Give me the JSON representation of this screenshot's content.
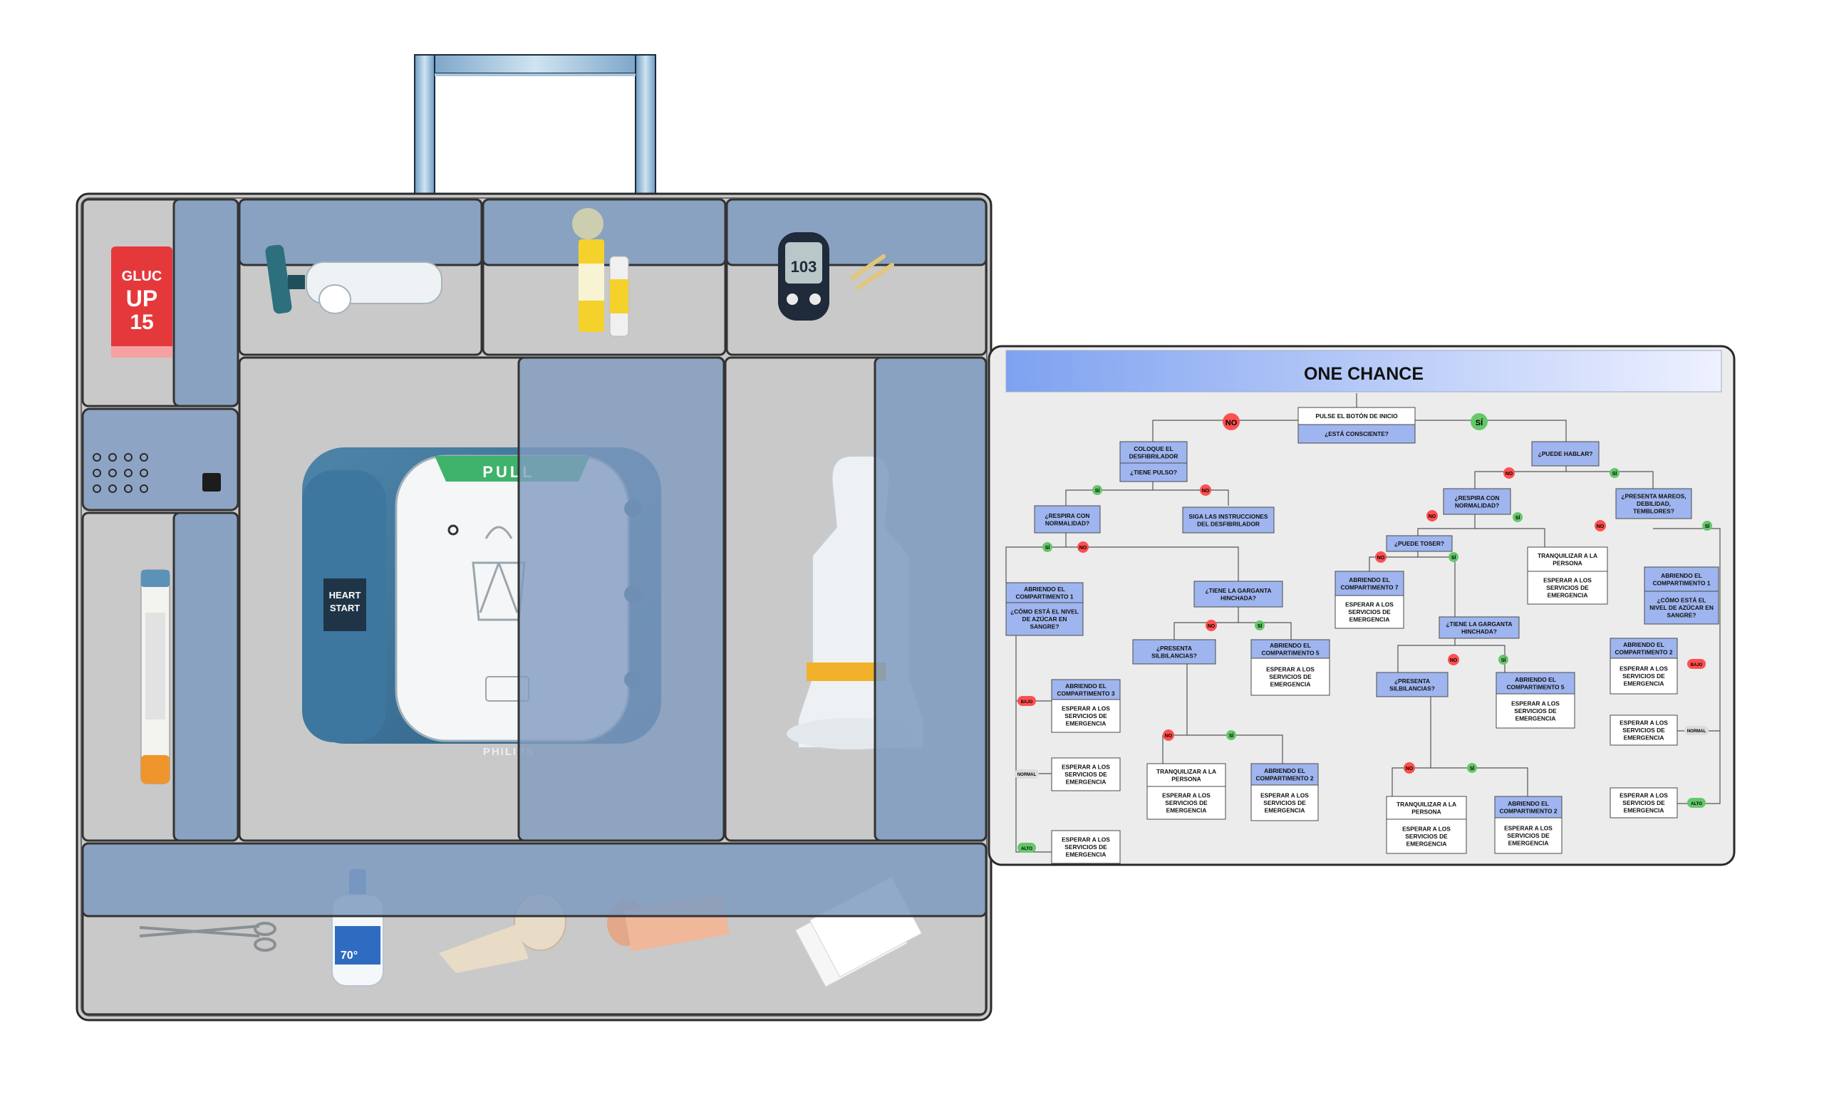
{
  "kit": {
    "compartments": [
      {
        "id": "glucose-gel",
        "name": "glucose-gel-compartment",
        "item_icon": "glucose-gel-pack"
      },
      {
        "id": "inhaler",
        "name": "inhaler-compartment",
        "item_icon": "inhaler-with-spacer"
      },
      {
        "id": "adrenaline",
        "name": "adrenaline-compartment",
        "item_icon": "adrenaline-vial-spray"
      },
      {
        "id": "glucometer",
        "name": "glucometer-compartment",
        "item_icon": "glucometer"
      },
      {
        "id": "keypad",
        "name": "keypad-panel",
        "item_icon": "keypad"
      },
      {
        "id": "epipen",
        "name": "epipen-compartment",
        "item_icon": "auto-injector"
      },
      {
        "id": "defibrillator",
        "name": "defibrillator-compartment",
        "item_icon": "defibrillator"
      },
      {
        "id": "antichoke",
        "name": "anti-choking-compartment",
        "item_icon": "anti-choking-device"
      },
      {
        "id": "supplies",
        "name": "first-aid-supplies-drawer",
        "item_icon": "scissors-alcohol-bandages-gauze"
      }
    ],
    "glucose_pack": {
      "line1": "GLUC",
      "line2": "UP",
      "line3": "15"
    },
    "glucometer_reading": "103",
    "defibrillator": {
      "pull_label": "PULL",
      "brand": "PHILIPS",
      "model_line1": "HEART",
      "model_line2": "START"
    },
    "alcohol_label": "70°",
    "accent_colors": {
      "case_gray": "#c9c9c9",
      "door_blue": "#7f9bbf",
      "handle_blue": "#9fc1dc"
    }
  },
  "flowchart": {
    "title": "ONE CHANCE",
    "colors": {
      "box_blue": "#9fb5ef",
      "no_red": "#ff4f4f",
      "si_green": "#66c76a"
    },
    "nodes": {
      "start": "PULSE EL BOTÓN DE INICIO",
      "conscious": "¿ESTÁ CONSCIENTE?",
      "place_defib": "COLOQUE EL DESFIBRILADOR",
      "has_pulse": "¿TIENE PULSO?",
      "follow_defib": "SIGA LAS INSTRUCCIONES DEL DESFIBRILADOR",
      "breathes_a": "¿RESPIRA CON NORMALIDAD?",
      "open_c1_a": "ABRIENDO EL COMPARTIMENTO 1",
      "sugar_a": "¿CÓMO ESTÁ EL NIVEL DE AZÚCAR EN SANGRE?",
      "throat_a": "¿TIENE LA GARGANTA HINCHADA?",
      "wheeze_a": "¿PRESENTA SILBILANCIAS?",
      "open_c5_a": "ABRIENDO EL COMPARTIMENTO 5",
      "wait_c5_a": "ESPERAR A LOS SERVICIOS DE EMERGENCIA",
      "open_c3": "ABRIENDO EL COMPARTIMENTO 3",
      "wait_c3": "ESPERAR A LOS SERVICIOS DE EMERGENCIA",
      "wait_normal_a": "ESPERAR A LOS SERVICIOS DE EMERGENCIA",
      "wait_alto_a": "ESPERAR A LOS SERVICIOS DE EMERGENCIA",
      "calm_a": "TRANQUILIZAR A LA PERSONA",
      "wait_calm_a": "ESPERAR A LOS SERVICIOS DE EMERGENCIA",
      "open_c2_a": "ABRIENDO EL COMPARTIMENTO 2",
      "wait_c2_a": "ESPERAR A LOS SERVICIOS DE EMERGENCIA",
      "can_speak": "¿PUEDE HABLAR?",
      "breathes_b": "¿RESPIRA CON NORMALIDAD?",
      "dizzy": "¿PRESENTA MAREOS, DEBILIDAD, TEMBLORES?",
      "can_cough": "¿PUEDE TOSER?",
      "open_c7": "ABRIENDO EL COMPARTIMENTO 7",
      "wait_c7": "ESPERAR A LOS SERVICIOS DE EMERGENCIA",
      "calm_b": "TRANQUILIZAR A LA PERSONA",
      "wait_calm_b": "ESPERAR A LOS SERVICIOS DE EMERGENCIA",
      "open_c1_b": "ABRIENDO EL COMPARTIMENTO 1",
      "sugar_b": "¿CÓMO ESTÁ EL NIVEL DE AZÚCAR EN SANGRE?",
      "throat_b": "¿TIENE LA GARGANTA HINCHADA?",
      "wheeze_b": "¿PRESENTA SILBILANCIAS?",
      "open_c5_b": "ABRIENDO EL COMPARTIMENTO 5",
      "wait_c5_b": "ESPERAR A LOS SERVICIOS DE EMERGENCIA",
      "calm_c": "TRANQUILIZAR A LA PERSONA",
      "wait_calm_c": "ESPERAR A LOS SERVICIOS DE EMERGENCIA",
      "open_c2_b": "ABRIENDO EL COMPARTIMENTO 2",
      "wait_c2_b": "ESPERAR A LOS SERVICIOS DE EMERGENCIA",
      "open_c2_c": "ABRIENDO EL COMPARTIMENTO 2",
      "wait_c2_c": "ESPERAR A LOS SERVICIOS DE EMERGENCIA",
      "wait_normal_b": "ESPERAR A LOS SERVICIOS DE EMERGENCIA",
      "wait_alto_b": "ESPERAR A LOS SERVICIOS DE EMERGENCIA"
    },
    "branch_labels": {
      "no": "NO",
      "si": "SÍ",
      "bajo": "BAJO",
      "normal": "NORMAL",
      "alto": "ALTO"
    }
  }
}
